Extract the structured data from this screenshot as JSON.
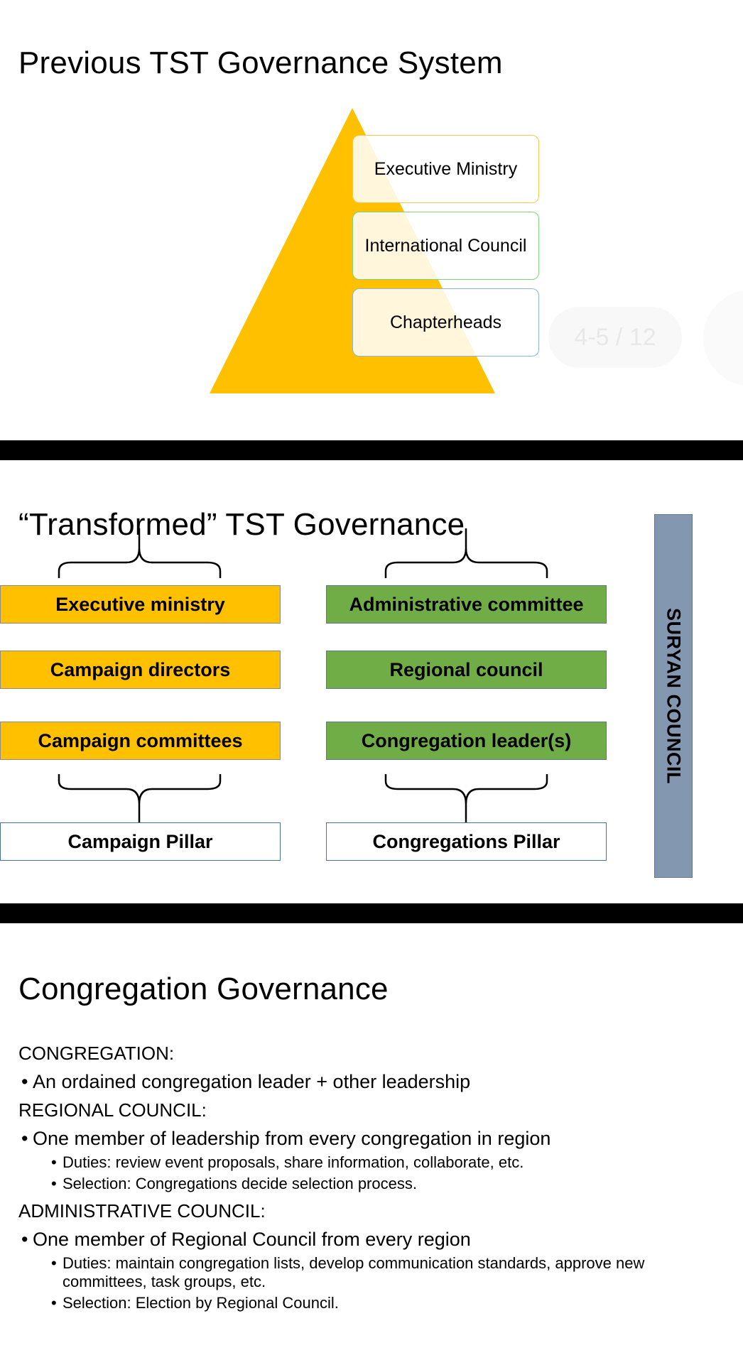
{
  "slide1": {
    "title": "Previous TST Governance System",
    "levels": [
      "Executive Ministry",
      "International Council",
      "Chapterheads"
    ],
    "page_indicator": "4-5 / 12",
    "colors": {
      "pyramid": "#ffc000"
    }
  },
  "slide2": {
    "title": "“Transformed” TST Governance",
    "campaign": {
      "items": [
        "Executive ministry",
        "Campaign directors",
        "Campaign committees"
      ],
      "pillar": "Campaign Pillar"
    },
    "congregations": {
      "items": [
        "Administrative committee",
        "Regional council",
        "Congregation leader(s)"
      ],
      "pillar": "Congregations Pillar"
    },
    "suryan": "SURYAN COUNCIL",
    "colors": {
      "campaign": "#ffc000",
      "congregations": "#70ad47",
      "suryan": "#8497b0"
    }
  },
  "slide3": {
    "title": "Congregation Governance",
    "congregation_heading": "CONGREGATION:",
    "congregation_bullet": "An ordained congregation leader + other leadership",
    "regional_heading": "REGIONAL COUNCIL:",
    "regional_bullet": "One member of leadership from every congregation in region",
    "regional_duties": "Duties: review event proposals, share information, collaborate, etc.",
    "regional_selection": "Selection: Congregations decide selection process.",
    "admin_heading": "ADMINISTRATIVE COUNCIL:",
    "admin_bullet": "One member of Regional Council from every region",
    "admin_duties_1": "Duties: maintain congregation lists, develop communication standards, approve new",
    "admin_duties_2": "committees, task groups, etc.",
    "admin_selection": "Selection: Election by Regional Council."
  }
}
